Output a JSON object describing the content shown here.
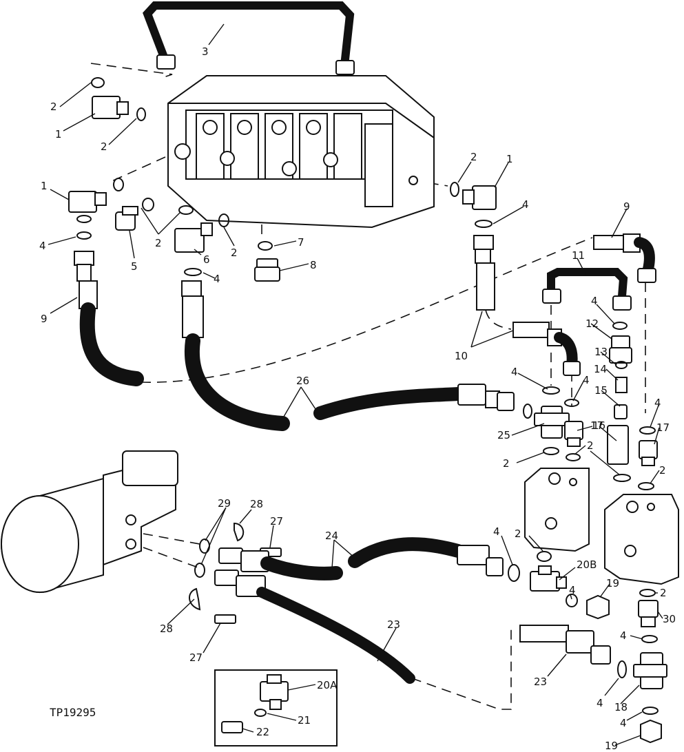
{
  "figure": {
    "code": "TP19295"
  },
  "callouts": [
    {
      "id": "c1",
      "text": "3"
    },
    {
      "id": "c2",
      "text": "2"
    },
    {
      "id": "c3",
      "text": "1"
    },
    {
      "id": "c4",
      "text": "2"
    },
    {
      "id": "c5",
      "text": "1"
    },
    {
      "id": "c6",
      "text": "4"
    },
    {
      "id": "c7",
      "text": "5"
    },
    {
      "id": "c8",
      "text": "2"
    },
    {
      "id": "c9",
      "text": "6"
    },
    {
      "id": "c10",
      "text": "2"
    },
    {
      "id": "c11",
      "text": "4"
    },
    {
      "id": "c12",
      "text": "7"
    },
    {
      "id": "c13",
      "text": "8"
    },
    {
      "id": "c14",
      "text": "9"
    },
    {
      "id": "c15",
      "text": "2"
    },
    {
      "id": "c16",
      "text": "1"
    },
    {
      "id": "c17",
      "text": "4"
    },
    {
      "id": "c18",
      "text": "9"
    },
    {
      "id": "c19",
      "text": "11"
    },
    {
      "id": "c20",
      "text": "4"
    },
    {
      "id": "c21",
      "text": "12"
    },
    {
      "id": "c22",
      "text": "13"
    },
    {
      "id": "c23",
      "text": "14"
    },
    {
      "id": "c24",
      "text": "10"
    },
    {
      "id": "c25",
      "text": "26"
    },
    {
      "id": "c26",
      "text": "4"
    },
    {
      "id": "c27",
      "text": "4"
    },
    {
      "id": "c28",
      "text": "15"
    },
    {
      "id": "c29",
      "text": "17"
    },
    {
      "id": "c30",
      "text": "25"
    },
    {
      "id": "c31",
      "text": "16"
    },
    {
      "id": "c32",
      "text": "4"
    },
    {
      "id": "c33",
      "text": "17"
    },
    {
      "id": "c34",
      "text": "2"
    },
    {
      "id": "c35",
      "text": "2"
    },
    {
      "id": "c36",
      "text": "2"
    },
    {
      "id": "c37",
      "text": "29"
    },
    {
      "id": "c38",
      "text": "28"
    },
    {
      "id": "c39",
      "text": "27"
    },
    {
      "id": "c40",
      "text": "24"
    },
    {
      "id": "c41",
      "text": "4"
    },
    {
      "id": "c42",
      "text": "2"
    },
    {
      "id": "c43",
      "text": "20B"
    },
    {
      "id": "c44",
      "text": "4"
    },
    {
      "id": "c45",
      "text": "19"
    },
    {
      "id": "c46",
      "text": "2"
    },
    {
      "id": "c47",
      "text": "30"
    },
    {
      "id": "c48",
      "text": "28"
    },
    {
      "id": "c49",
      "text": "23"
    },
    {
      "id": "c50",
      "text": "4"
    },
    {
      "id": "c51",
      "text": "27"
    },
    {
      "id": "c52",
      "text": "20A"
    },
    {
      "id": "c53",
      "text": "21"
    },
    {
      "id": "c54",
      "text": "22"
    },
    {
      "id": "c55",
      "text": "23"
    },
    {
      "id": "c56",
      "text": "4"
    },
    {
      "id": "c57",
      "text": "18"
    },
    {
      "id": "c58",
      "text": "4"
    },
    {
      "id": "c59",
      "text": "19"
    }
  ]
}
